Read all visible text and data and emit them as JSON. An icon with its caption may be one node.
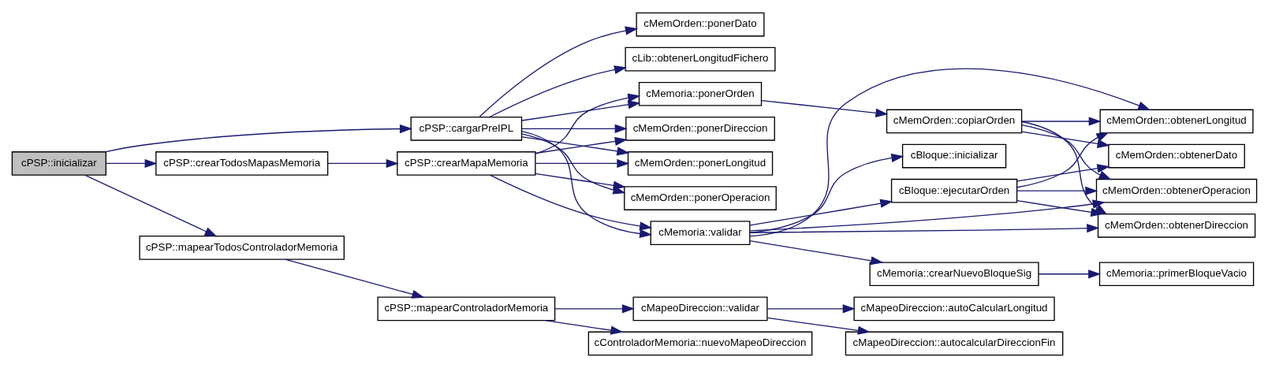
{
  "diagram": {
    "nodes": [
      {
        "text": [
          "cPSP::inicializar"
        ]
      },
      {
        "text": [
          "cPSP::cargarPreIPL"
        ]
      },
      {
        "text": [
          "cPSP::crearTodosMapasMemoria"
        ]
      },
      {
        "text": [
          "cPSP::mapearTodosControladorMemoria"
        ]
      },
      {
        "text": [
          "cMemOrden::ponerDato"
        ]
      },
      {
        "text": [
          "cLib::obtenerLongitudFichero"
        ]
      },
      {
        "text": [
          "cMemoria::validar"
        ]
      },
      {
        "text": [
          "cMemOrden::ponerDireccion"
        ]
      },
      {
        "text": [
          "cMemOrden::ponerLongitud"
        ]
      },
      {
        "text": [
          "cMemOrden::ponerOperacion"
        ]
      },
      {
        "text": [
          "cMemoria::ponerOrden"
        ]
      },
      {
        "text": [
          "cPSP::crearMapaMemoria"
        ]
      },
      {
        "text": [
          "cPSP::mapearControladorMemoria"
        ]
      },
      {
        "text": [
          "cMapeoDireccion::validar"
        ]
      },
      {
        "text": [
          "cControladorMemoria::nuevoMapeoDireccion"
        ]
      },
      {
        "text": [
          "cMemoria::crearNuevoBloqueSig"
        ]
      },
      {
        "text": [
          "cBloque::inicializar"
        ]
      },
      {
        "text": [
          "cBloque::ejecutarOrden"
        ]
      },
      {
        "text": [
          "cMemOrden::copiarOrden"
        ]
      },
      {
        "text": [
          "cMapeoDireccion::autoCalcularLongitud"
        ]
      },
      {
        "text": [
          "cMapeoDireccion::autocalcularDireccionFin"
        ]
      },
      {
        "text": [
          "cMemoria::primerBloqueVacio"
        ]
      },
      {
        "text": [
          "cMemOrden::obtenerDireccion"
        ]
      },
      {
        "text": [
          "cMemOrden::obtenerLongitud"
        ]
      },
      {
        "text": [
          "cMemOrden::obtenerDato"
        ]
      },
      {
        "text": [
          "cMemOrden::obtenerOperacion"
        ]
      }
    ],
    "edges": [
      {
        "from": 0,
        "to": 1,
        "arrow": "to"
      },
      {
        "from": 0,
        "to": 2,
        "arrow": "to"
      },
      {
        "from": 0,
        "to": 3,
        "arrow": "to"
      },
      {
        "from": 1,
        "to": 4,
        "arrow": "to"
      },
      {
        "from": 1,
        "to": 5,
        "arrow": "to"
      },
      {
        "from": 1,
        "to": 6,
        "arrow": "to"
      },
      {
        "from": 1,
        "to": 7,
        "arrow": "to"
      },
      {
        "from": 1,
        "to": 8,
        "arrow": "to"
      },
      {
        "from": 1,
        "to": 9,
        "arrow": "to"
      },
      {
        "from": 1,
        "to": 10,
        "arrow": "to"
      },
      {
        "from": 2,
        "to": 11,
        "arrow": "to"
      },
      {
        "from": 3,
        "to": 12,
        "arrow": "to"
      },
      {
        "from": 11,
        "to": 6,
        "arrow": "to"
      },
      {
        "from": 11,
        "to": 7,
        "arrow": "to"
      },
      {
        "from": 11,
        "to": 8,
        "arrow": "to"
      },
      {
        "from": 11,
        "to": 9,
        "arrow": "to"
      },
      {
        "from": 11,
        "to": 10,
        "arrow": "to"
      },
      {
        "from": 12,
        "to": 13,
        "arrow": "to"
      },
      {
        "from": 12,
        "to": 14,
        "arrow": "to"
      },
      {
        "from": 13,
        "to": 19,
        "arrow": "to"
      },
      {
        "from": 13,
        "to": 20,
        "arrow": "to"
      },
      {
        "from": 6,
        "to": 15,
        "arrow": "to"
      },
      {
        "from": 6,
        "to": 16,
        "arrow": "to"
      },
      {
        "from": 6,
        "to": 17,
        "arrow": "to"
      },
      {
        "from": 6,
        "to": 22,
        "arrow": "to"
      },
      {
        "from": 6,
        "to": 23,
        "arrow": "to"
      },
      {
        "from": 6,
        "to": 25,
        "arrow": "to"
      },
      {
        "from": 15,
        "to": 21,
        "arrow": "to"
      },
      {
        "from": 17,
        "to": 22,
        "arrow": "to"
      },
      {
        "from": 17,
        "to": 23,
        "arrow": "to"
      },
      {
        "from": 17,
        "to": 24,
        "arrow": "to"
      },
      {
        "from": 17,
        "to": 25,
        "arrow": "to"
      },
      {
        "from": 10,
        "to": 18,
        "arrow": "to"
      },
      {
        "from": 18,
        "to": 22,
        "arrow": "to"
      },
      {
        "from": 18,
        "to": 23,
        "arrow": "to"
      },
      {
        "from": 18,
        "to": 24,
        "arrow": "to"
      },
      {
        "from": 18,
        "to": 25,
        "arrow": "to"
      }
    ]
  }
}
